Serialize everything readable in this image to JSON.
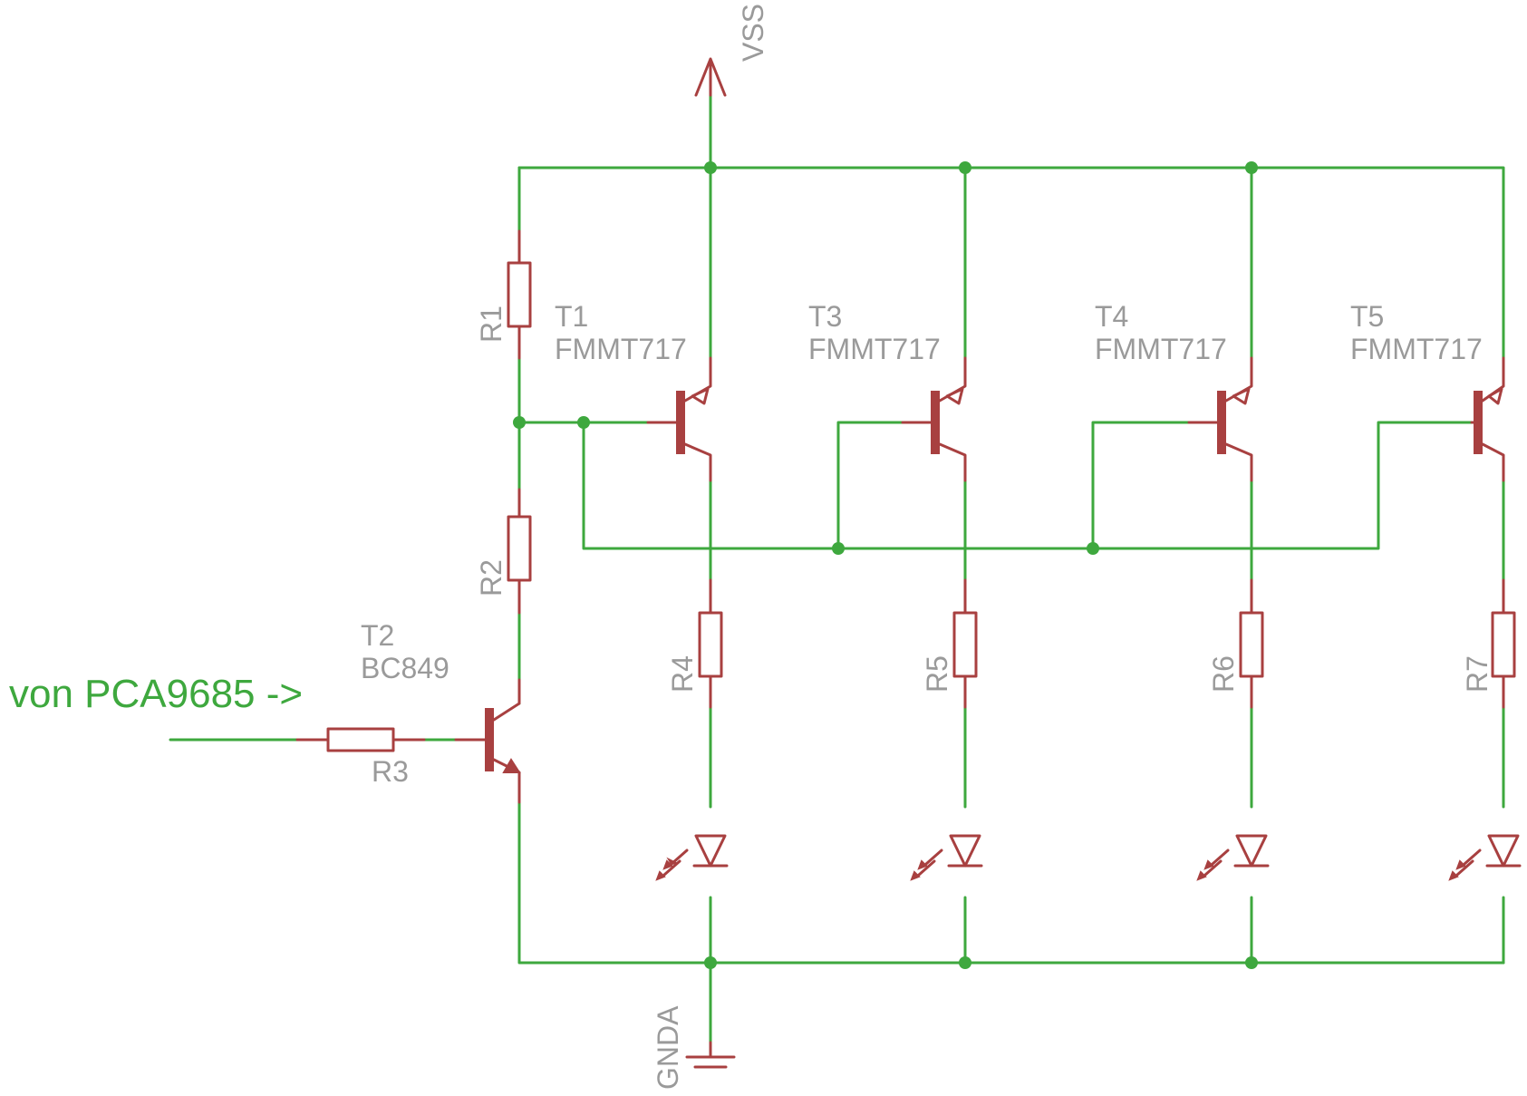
{
  "colors": {
    "wire": "#3ea83e",
    "component": "#a84040",
    "label": "#9a9a9a",
    "input_label": "#3ea83e"
  },
  "supply_label": "VSS",
  "ground_label": "GNDA",
  "input_label": "von PCA9685 ->",
  "resistors": {
    "r1": "R1",
    "r2": "R2",
    "r3": "R3",
    "r4": "R4",
    "r5": "R5",
    "r6": "R6",
    "r7": "R7"
  },
  "transistors": {
    "t1": {
      "name": "T1",
      "part": "FMMT717"
    },
    "t2": {
      "name": "T2",
      "part": "BC849"
    },
    "t3": {
      "name": "T3",
      "part": "FMMT717"
    },
    "t4": {
      "name": "T4",
      "part": "FMMT717"
    },
    "t5": {
      "name": "T5",
      "part": "FMMT717"
    }
  }
}
